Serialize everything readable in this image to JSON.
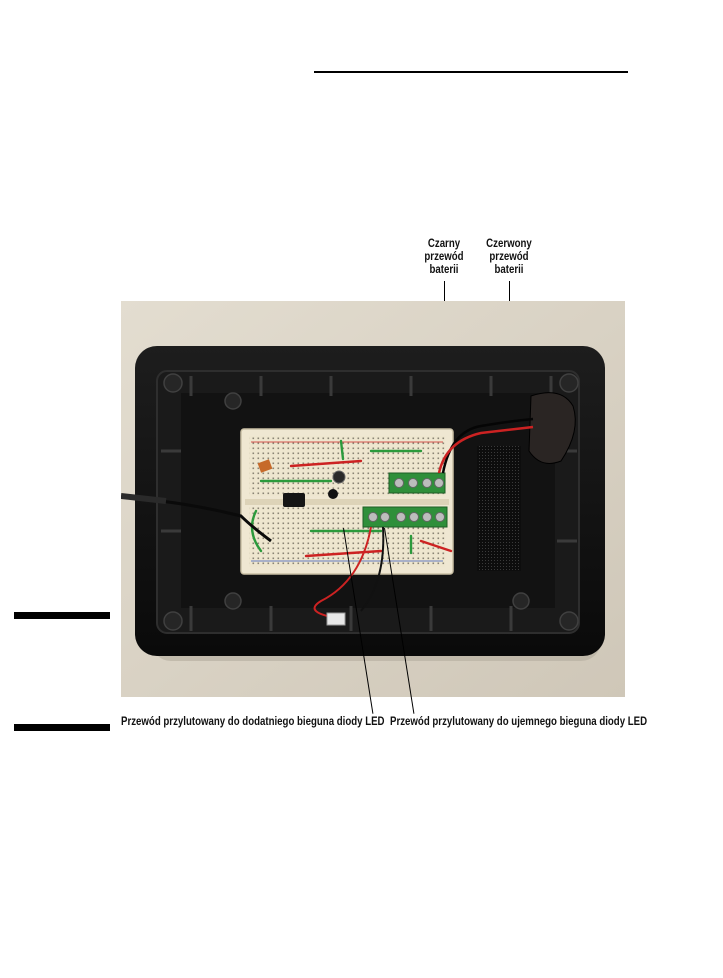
{
  "figure": {
    "labels": {
      "black_wire": [
        "Czarny",
        "przewód",
        "baterii"
      ],
      "red_wire": [
        "Czerwony",
        "przewód",
        "baterii"
      ],
      "positive_lead": "Przewód przylutowany do dodatniego bieguna diody LED",
      "negative_lead": "Przewód przylutowany do ujemnego bieguna diody LED"
    },
    "photo": {
      "subject": "breadboard circuit inside black project enclosure",
      "colors": {
        "background": "#d9d2c4",
        "enclosure": "#141414",
        "breadboard": "#efe7d2",
        "terminal": "#2f8f3a",
        "wire_red": "#cc2222",
        "wire_green": "#2b9a3c"
      }
    }
  }
}
